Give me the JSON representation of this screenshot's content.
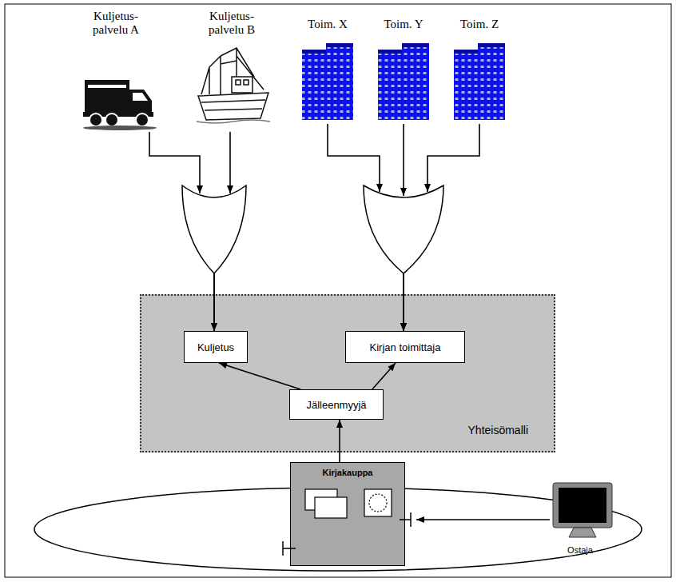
{
  "diagram": {
    "nodes": [
      {
        "text": [
          "Kuljetus- palvelu A"
        ]
      },
      {
        "text": [
          "Kuljetus- palvelu B"
        ]
      },
      {
        "text": [
          "Toim. X"
        ]
      },
      {
        "text": [
          "Toim. Y"
        ]
      },
      {
        "text": [
          "Toim. Z"
        ]
      },
      {
        "text": [
          "Yhteisömalli"
        ]
      },
      {
        "text": [
          "Kuljetus"
        ],
        "in": 5
      },
      {
        "text": [
          "Kirjan toimittaja"
        ],
        "in": 5
      },
      {
        "text": [
          "Jälleenmyyjä"
        ],
        "in": 5
      },
      {
        "text": [
          "Kirjakauppa"
        ]
      },
      {
        "text": [
          "Ostaja"
        ]
      }
    ],
    "edges": [
      {
        "from": 0,
        "to": 6,
        "arrow": "to"
      },
      {
        "from": 1,
        "to": 6,
        "arrow": "to"
      },
      {
        "from": 2,
        "to": 7,
        "arrow": "to"
      },
      {
        "from": 3,
        "to": 7,
        "arrow": "to"
      },
      {
        "from": 4,
        "to": 7,
        "arrow": "to"
      },
      {
        "from": 8,
        "to": 6,
        "arrow": "to"
      },
      {
        "from": 8,
        "to": 7,
        "arrow": "to"
      },
      {
        "from": 9,
        "to": 8,
        "arrow": "to"
      },
      {
        "from": 10,
        "to": 9,
        "arrow": "to"
      }
    ]
  }
}
